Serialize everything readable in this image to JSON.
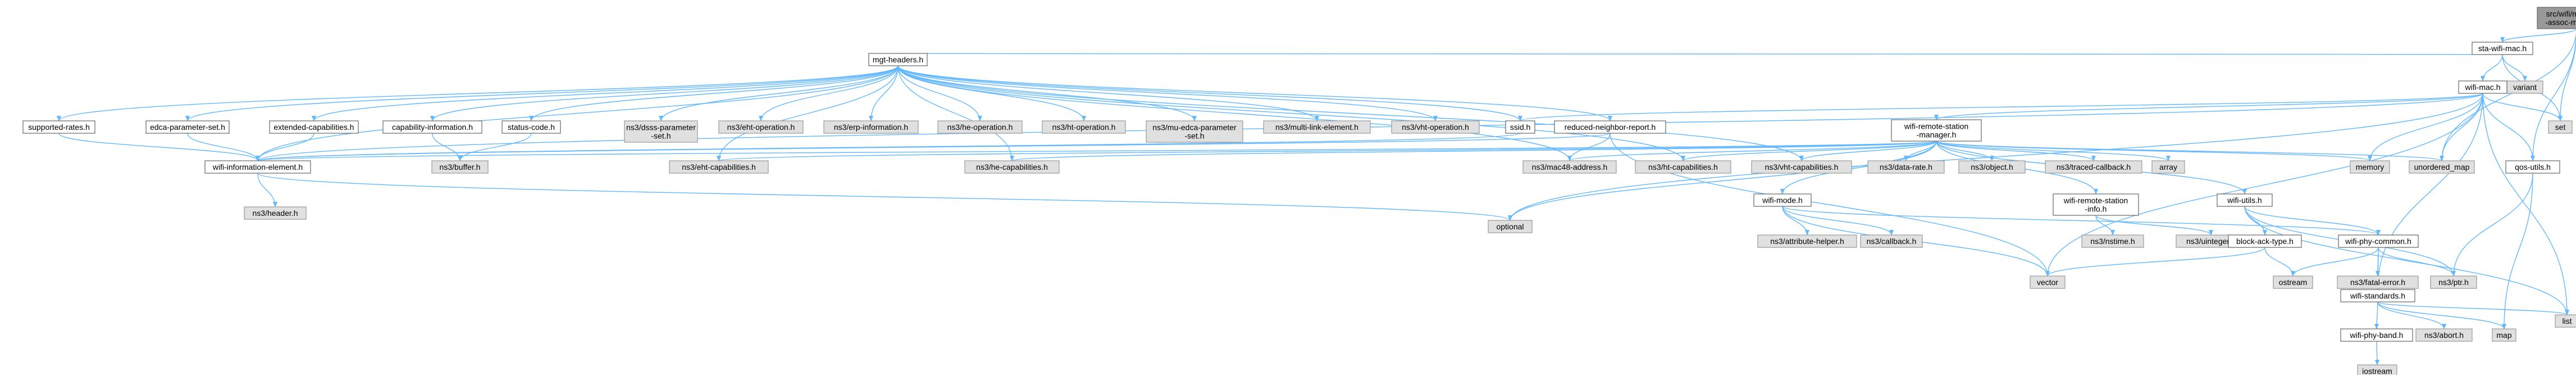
{
  "colors": {
    "edge": "#63b8ff",
    "node_border": "#666666",
    "system_fill": "#e0e0e0",
    "root_fill": "#999999"
  },
  "nodes": {
    "root": {
      "label": [
        "src/wifi/model/wifi",
        "-assoc-manager.h"
      ],
      "kind": "root"
    },
    "sta_wifi_mac": {
      "label": [
        "sta-wifi-mac.h"
      ],
      "kind": "normal"
    },
    "mgt_headers": {
      "label": [
        "mgt-headers.h"
      ],
      "kind": "normal"
    },
    "variant": {
      "label": [
        "variant"
      ],
      "kind": "system"
    },
    "wifi_mac": {
      "label": [
        "wifi-mac.h"
      ],
      "kind": "normal"
    },
    "set": {
      "label": [
        "set"
      ],
      "kind": "system"
    },
    "supported_rates": {
      "label": [
        "supported-rates.h"
      ],
      "kind": "normal"
    },
    "edca_param": {
      "label": [
        "edca-parameter-set.h"
      ],
      "kind": "normal"
    },
    "ext_cap": {
      "label": [
        "extended-capabilities.h"
      ],
      "kind": "normal"
    },
    "cap_info": {
      "label": [
        "capability-information.h"
      ],
      "kind": "normal"
    },
    "status_code": {
      "label": [
        "status-code.h"
      ],
      "kind": "normal"
    },
    "dsss": {
      "label": [
        "ns3/dsss-parameter",
        "-set.h"
      ],
      "kind": "system"
    },
    "eht_op": {
      "label": [
        "ns3/eht-operation.h"
      ],
      "kind": "system"
    },
    "erp": {
      "label": [
        "ns3/erp-information.h"
      ],
      "kind": "system"
    },
    "he_op": {
      "label": [
        "ns3/he-operation.h"
      ],
      "kind": "system"
    },
    "ht_op": {
      "label": [
        "ns3/ht-operation.h"
      ],
      "kind": "system"
    },
    "mu_edca": {
      "label": [
        "ns3/mu-edca-parameter",
        "-set.h"
      ],
      "kind": "system"
    },
    "multi_link": {
      "label": [
        "ns3/multi-link-element.h"
      ],
      "kind": "system"
    },
    "vht_op": {
      "label": [
        "ns3/vht-operation.h"
      ],
      "kind": "system"
    },
    "ssid": {
      "label": [
        "ssid.h"
      ],
      "kind": "normal"
    },
    "reduced_nr": {
      "label": [
        "reduced-neighbor-report.h"
      ],
      "kind": "normal"
    },
    "wrsm": {
      "label": [
        "wifi-remote-station",
        "-manager.h"
      ],
      "kind": "normal"
    },
    "wie": {
      "label": [
        "wifi-information-element.h"
      ],
      "kind": "normal"
    },
    "buffer": {
      "label": [
        "ns3/buffer.h"
      ],
      "kind": "system"
    },
    "eht_cap": {
      "label": [
        "ns3/eht-capabilities.h"
      ],
      "kind": "system"
    },
    "he_cap": {
      "label": [
        "ns3/he-capabilities.h"
      ],
      "kind": "system"
    },
    "mac48": {
      "label": [
        "ns3/mac48-address.h"
      ],
      "kind": "system"
    },
    "ht_cap": {
      "label": [
        "ns3/ht-capabilities.h"
      ],
      "kind": "system"
    },
    "vht_cap": {
      "label": [
        "ns3/vht-capabilities.h"
      ],
      "kind": "system"
    },
    "wifi_mode": {
      "label": [
        "wifi-mode.h"
      ],
      "kind": "normal"
    },
    "data_rate": {
      "label": [
        "ns3/data-rate.h"
      ],
      "kind": "system"
    },
    "object": {
      "label": [
        "ns3/object.h"
      ],
      "kind": "system"
    },
    "traced_cb": {
      "label": [
        "ns3/traced-callback.h"
      ],
      "kind": "system"
    },
    "array": {
      "label": [
        "array"
      ],
      "kind": "system"
    },
    "wrsi": {
      "label": [
        "wifi-remote-station",
        "-info.h"
      ],
      "kind": "normal"
    },
    "wifi_utils": {
      "label": [
        "wifi-utils.h"
      ],
      "kind": "normal"
    },
    "memory": {
      "label": [
        "memory"
      ],
      "kind": "system"
    },
    "unordered_map": {
      "label": [
        "unordered_map"
      ],
      "kind": "system"
    },
    "qos_utils": {
      "label": [
        "qos-utils.h"
      ],
      "kind": "normal"
    },
    "header": {
      "label": [
        "ns3/header.h"
      ],
      "kind": "system"
    },
    "optional": {
      "label": [
        "optional"
      ],
      "kind": "system"
    },
    "attr_helper": {
      "label": [
        "ns3/attribute-helper.h"
      ],
      "kind": "system"
    },
    "callback": {
      "label": [
        "ns3/callback.h"
      ],
      "kind": "system"
    },
    "nstime": {
      "label": [
        "ns3/nstime.h"
      ],
      "kind": "system"
    },
    "uinteger": {
      "label": [
        "ns3/uinteger.h"
      ],
      "kind": "system"
    },
    "block_ack_type": {
      "label": [
        "block-ack-type.h"
      ],
      "kind": "normal"
    },
    "wifi_phy_common": {
      "label": [
        "wifi-phy-common.h"
      ],
      "kind": "normal"
    },
    "vector": {
      "label": [
        "vector"
      ],
      "kind": "system"
    },
    "ostream": {
      "label": [
        "ostream"
      ],
      "kind": "system"
    },
    "fatal_error": {
      "label": [
        "ns3/fatal-error.h"
      ],
      "kind": "system"
    },
    "ptr": {
      "label": [
        "ns3/ptr.h"
      ],
      "kind": "system"
    },
    "wifi_standards": {
      "label": [
        "wifi-standards.h"
      ],
      "kind": "normal"
    },
    "list": {
      "label": [
        "list"
      ],
      "kind": "system"
    },
    "wifi_phy_band": {
      "label": [
        "wifi-phy-band.h"
      ],
      "kind": "normal"
    },
    "abort": {
      "label": [
        "ns3/abort.h"
      ],
      "kind": "system"
    },
    "map": {
      "label": [
        "map"
      ],
      "kind": "system"
    },
    "iostream": {
      "label": [
        "iostream"
      ],
      "kind": "system"
    }
  },
  "edges": [
    [
      "root",
      "sta_wifi_mac"
    ],
    [
      "root",
      "set"
    ],
    [
      "root",
      "unordered_map"
    ],
    [
      "root",
      "qos_utils"
    ],
    [
      "sta_wifi_mac",
      "mgt_headers"
    ],
    [
      "sta_wifi_mac",
      "variant"
    ],
    [
      "sta_wifi_mac",
      "wifi_mac"
    ],
    [
      "sta_wifi_mac",
      "set"
    ],
    [
      "mgt_headers",
      "supported_rates"
    ],
    [
      "mgt_headers",
      "edca_param"
    ],
    [
      "mgt_headers",
      "ext_cap"
    ],
    [
      "mgt_headers",
      "cap_info"
    ],
    [
      "mgt_headers",
      "status_code"
    ],
    [
      "mgt_headers",
      "dsss"
    ],
    [
      "mgt_headers",
      "eht_op"
    ],
    [
      "mgt_headers",
      "erp"
    ],
    [
      "mgt_headers",
      "he_op"
    ],
    [
      "mgt_headers",
      "ht_op"
    ],
    [
      "mgt_headers",
      "mu_edca"
    ],
    [
      "mgt_headers",
      "multi_link"
    ],
    [
      "mgt_headers",
      "vht_op"
    ],
    [
      "mgt_headers",
      "ssid"
    ],
    [
      "mgt_headers",
      "reduced_nr"
    ],
    [
      "mgt_headers",
      "eht_cap"
    ],
    [
      "mgt_headers",
      "he_cap"
    ],
    [
      "mgt_headers",
      "mac48"
    ],
    [
      "mgt_headers",
      "ht_cap"
    ],
    [
      "mgt_headers",
      "vht_cap"
    ],
    [
      "mgt_headers",
      "wie"
    ],
    [
      "supported_rates",
      "wie"
    ],
    [
      "edca_param",
      "wie"
    ],
    [
      "ext_cap",
      "wie"
    ],
    [
      "cap_info",
      "buffer"
    ],
    [
      "status_code",
      "buffer"
    ],
    [
      "ssid",
      "wie"
    ],
    [
      "reduced_nr",
      "wie"
    ],
    [
      "reduced_nr",
      "mac48"
    ],
    [
      "reduced_nr",
      "vector"
    ],
    [
      "wie",
      "header"
    ],
    [
      "wie",
      "optional"
    ],
    [
      "wifi_mac",
      "ssid"
    ],
    [
      "wifi_mac",
      "wrsm"
    ],
    [
      "wifi_mac",
      "wifi_standards"
    ],
    [
      "wifi_mac",
      "qos_utils"
    ],
    [
      "wifi_mac",
      "memory"
    ],
    [
      "wifi_mac",
      "set"
    ],
    [
      "wifi_mac",
      "unordered_map"
    ],
    [
      "wifi_mac",
      "list"
    ],
    [
      "wifi_mac",
      "optional"
    ],
    [
      "wifi_mac",
      "vector"
    ],
    [
      "wifi_mac",
      "wie"
    ],
    [
      "wrsm",
      "eht_cap"
    ],
    [
      "wrsm",
      "he_cap"
    ],
    [
      "wrsm",
      "mac48"
    ],
    [
      "wrsm",
      "ht_cap"
    ],
    [
      "wrsm",
      "vht_cap"
    ],
    [
      "wrsm",
      "wifi_mode"
    ],
    [
      "wrsm",
      "data_rate"
    ],
    [
      "wrsm",
      "object"
    ],
    [
      "wrsm",
      "traced_cb"
    ],
    [
      "wrsm",
      "array"
    ],
    [
      "wrsm",
      "wrsi"
    ],
    [
      "wrsm",
      "wifi_utils"
    ],
    [
      "wrsm",
      "memory"
    ],
    [
      "wrsm",
      "unordered_map"
    ],
    [
      "wrsm",
      "optional"
    ],
    [
      "wrsm",
      "wie"
    ],
    [
      "wifi_mode",
      "attr_helper"
    ],
    [
      "wifi_mode",
      "callback"
    ],
    [
      "wifi_mode",
      "wifi_phy_common"
    ],
    [
      "wifi_mode",
      "vector"
    ],
    [
      "wrsi",
      "nstime"
    ],
    [
      "wrsi",
      "uinteger"
    ],
    [
      "wifi_utils",
      "block_ack_type"
    ],
    [
      "wifi_utils",
      "ptr"
    ],
    [
      "wifi_utils",
      "list"
    ],
    [
      "wifi_utils",
      "wifi_phy_common"
    ],
    [
      "block_ack_type",
      "ostream"
    ],
    [
      "block_ack_type",
      "vector"
    ],
    [
      "wifi_phy_common",
      "ptr"
    ],
    [
      "wifi_phy_common",
      "fatal_error"
    ],
    [
      "wifi_phy_common",
      "ostream"
    ],
    [
      "wifi_phy_common",
      "wifi_standards"
    ],
    [
      "wifi_standards",
      "wifi_phy_band"
    ],
    [
      "wifi_standards",
      "abort"
    ],
    [
      "wifi_standards",
      "map"
    ],
    [
      "wifi_standards",
      "list"
    ],
    [
      "wifi_phy_band",
      "iostream"
    ],
    [
      "qos_utils",
      "ptr"
    ],
    [
      "qos_utils",
      "map"
    ]
  ]
}
